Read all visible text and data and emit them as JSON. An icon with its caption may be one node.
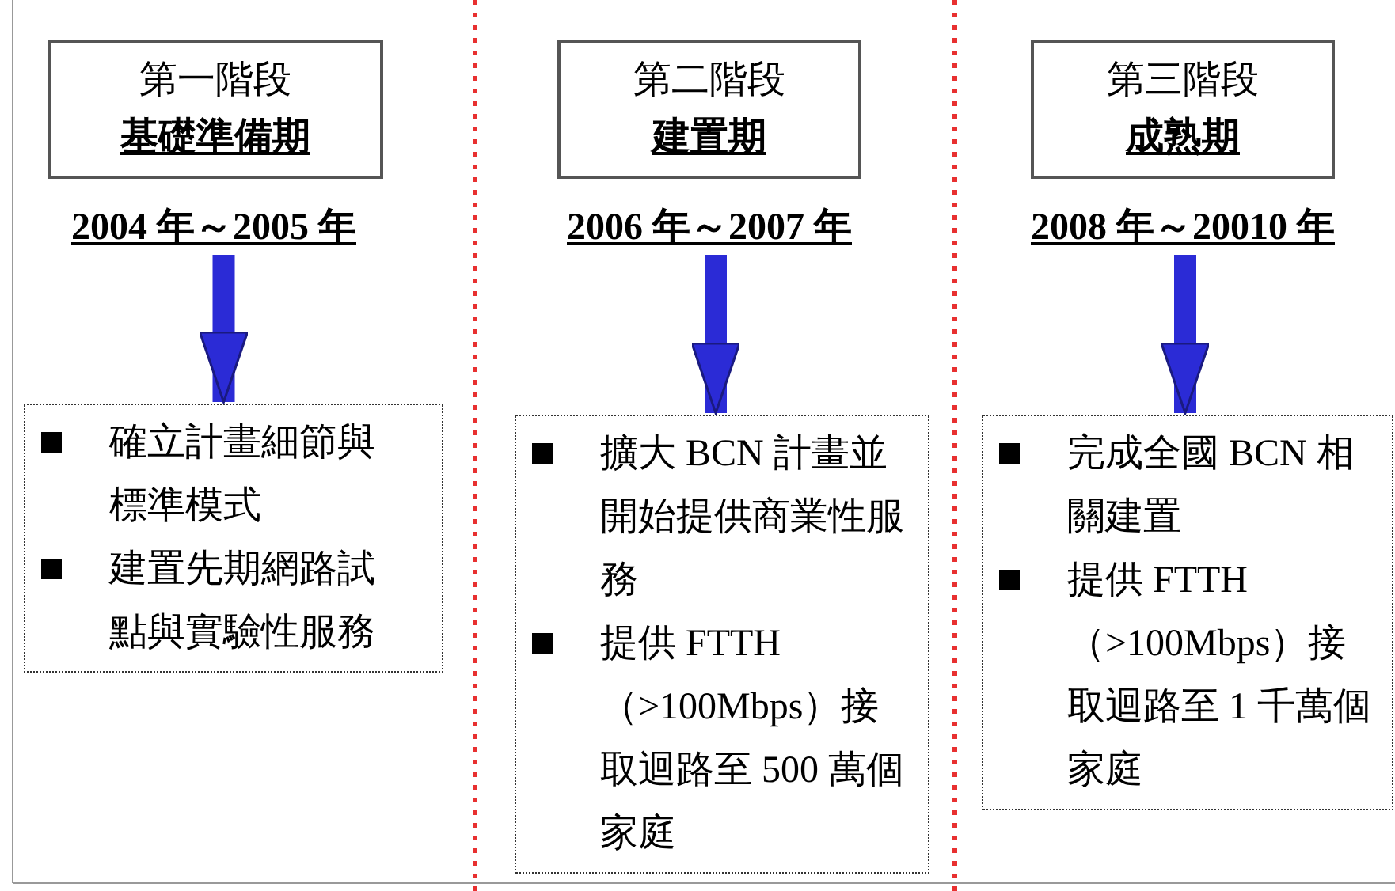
{
  "diagram": {
    "nodes": [
      {
        "text": [
          "第一階段",
          "基礎準備期"
        ],
        "beside": [
          "2004 年～2005 年"
        ]
      },
      {
        "text": [
          "確立計畫細節與標準模式",
          "建置先期網路試點與實驗性服務"
        ]
      },
      {
        "text": [
          "第二階段",
          "建置期"
        ],
        "beside": [
          "2006 年～2007 年"
        ]
      },
      {
        "text": [
          "擴大 BCN 計畫並開始提供商業性服務",
          "提供 FTTH（>100Mbps）接取迴路至 500 萬個家庭"
        ]
      },
      {
        "text": [
          "第三階段",
          "成熟期"
        ],
        "beside": [
          "2008 年～20010 年"
        ]
      },
      {
        "text": [
          "完成全國 BCN 相關建置",
          "提供 FTTH（>100Mbps）接取迴路至 1 千萬個家庭"
        ]
      }
    ],
    "edges": [
      {
        "from": 0,
        "to": 1,
        "arrow": "to"
      },
      {
        "from": 2,
        "to": 3,
        "arrow": "to"
      },
      {
        "from": 4,
        "to": 5,
        "arrow": "to"
      }
    ]
  }
}
